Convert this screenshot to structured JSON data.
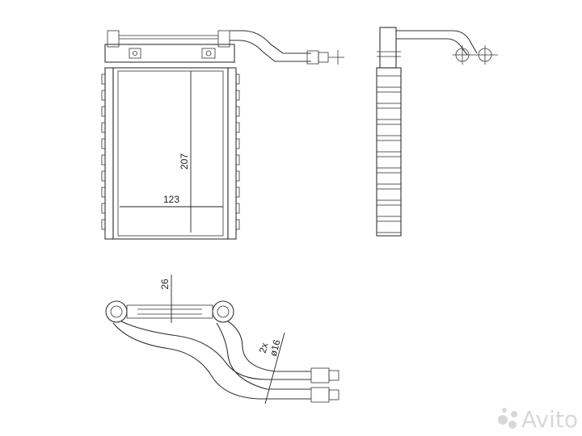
{
  "front_view": {
    "height_label": "207",
    "width_label": "123"
  },
  "bottom_view": {
    "spacing_label": "26",
    "pipe_count_label": "2x",
    "pipe_diameter_label": "ø16"
  },
  "watermark": {
    "text": "Avito"
  }
}
